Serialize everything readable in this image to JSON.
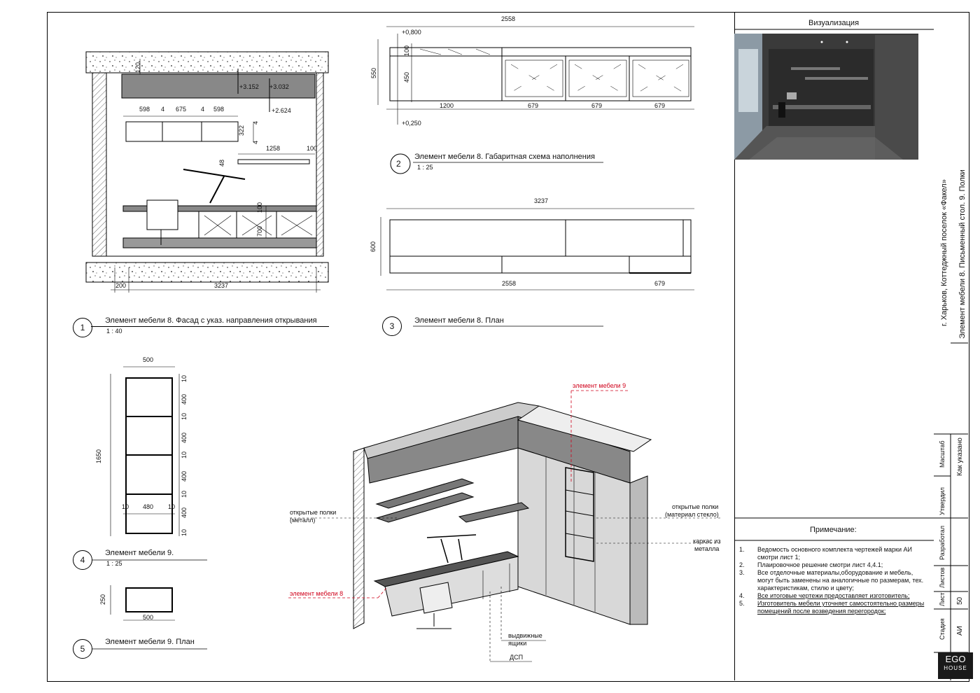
{
  "drawing": {
    "top_dims": {
      "total_width": "2558",
      "top_offset": "+0,800",
      "bottom_offset": "+0,250",
      "height": "550",
      "upper": "100",
      "lower": "450",
      "seg1": "1200",
      "seg2": "679",
      "seg3": "679",
      "seg4": "679"
    },
    "facade_dims": {
      "lvl1": "+3.152",
      "lvl2": "+3.032",
      "lvl3": "+2.624",
      "d120": "120",
      "s598a": "598",
      "s4a": "4",
      "s675": "675",
      "s4b": "4",
      "s598b": "598",
      "h322": "322",
      "h4a": "4",
      "h4b": "4",
      "w1258": "1258",
      "d100": "100",
      "h48": "48",
      "d100b": "100",
      "d700": "700",
      "d200": "200",
      "w3237": "3237"
    },
    "plan_dims": {
      "total": "3237",
      "depth": "600",
      "d2558": "2558",
      "d679": "679"
    },
    "shelf_dims": {
      "width": "500",
      "height": "1650",
      "inner": "480",
      "side1": "10",
      "side2": "10",
      "h400": "400",
      "h10": "10",
      "plan_width": "500",
      "plan_depth": "250"
    },
    "iso_labels": {
      "furniture9": "элемент мебели 9",
      "furniture8": "элемент мебели 8",
      "open_metal": "открытые полки",
      "open_metal2": "(металл)",
      "open_glass": "открытые полки",
      "open_glass2": "(материал стекло)",
      "frame1": "каркас из",
      "frame2": "металла",
      "drawers1": "выдвижные",
      "drawers2": "ящики",
      "dsp": "ДСП"
    }
  },
  "views": [
    {
      "num": "1",
      "title": "Элемент мебели 8. Фасад с указ. направления открывания",
      "scale": "1 : 40"
    },
    {
      "num": "2",
      "title": "Элемент мебели 8. Габаритная схема наполнения",
      "scale": "1 : 25"
    },
    {
      "num": "3",
      "title": "Элемент мебели 8. План",
      "scale": ""
    },
    {
      "num": "4",
      "title": "Элемент мебели 9.",
      "scale": "1 : 25"
    },
    {
      "num": "5",
      "title": "Элемент мебели 9. План",
      "scale": ""
    }
  ],
  "titleblock": {
    "visualization": "Визуализация",
    "project": "г. Харьков, Коттеджный поселок «Факел»",
    "sheet_name": "Элемент мебели 8. Письменный стол. 9. Полки",
    "notes_title": "Примечание:",
    "notes": [
      {
        "n": "1.",
        "text": "Ведомость основного комплекта чертежей марки АИ смотри лист 1;",
        "u": false
      },
      {
        "n": "2.",
        "text": "Плаировочное решение смотри лист 4,4.1;",
        "u": false
      },
      {
        "n": "3.",
        "text": "Все отделочные материалы,оборудование и мебель, могут быть заменены на аналогичные по размерам, тех. характеристикам, стилю и цвету;",
        "u": false
      },
      {
        "n": "4.",
        "text": "Все итоговые чертежи предоставляет изготовитель;",
        "u": true
      },
      {
        "n": "5.",
        "text": "Изготовитель мебели уточняет самостоятельно размеры помещений после возведения перегородок;",
        "u": true
      }
    ],
    "scale_label": "Масштаб",
    "scale_value": "Как указано",
    "approved": "Утвердил",
    "developed": "Разработал",
    "sheets_label": "Листов",
    "sheet_label": "Лист",
    "sheet_value": "50",
    "stage_label": "Стадия",
    "stage_value": "АИ",
    "logo_top": "EGO",
    "logo_bottom": "HOUSE"
  }
}
